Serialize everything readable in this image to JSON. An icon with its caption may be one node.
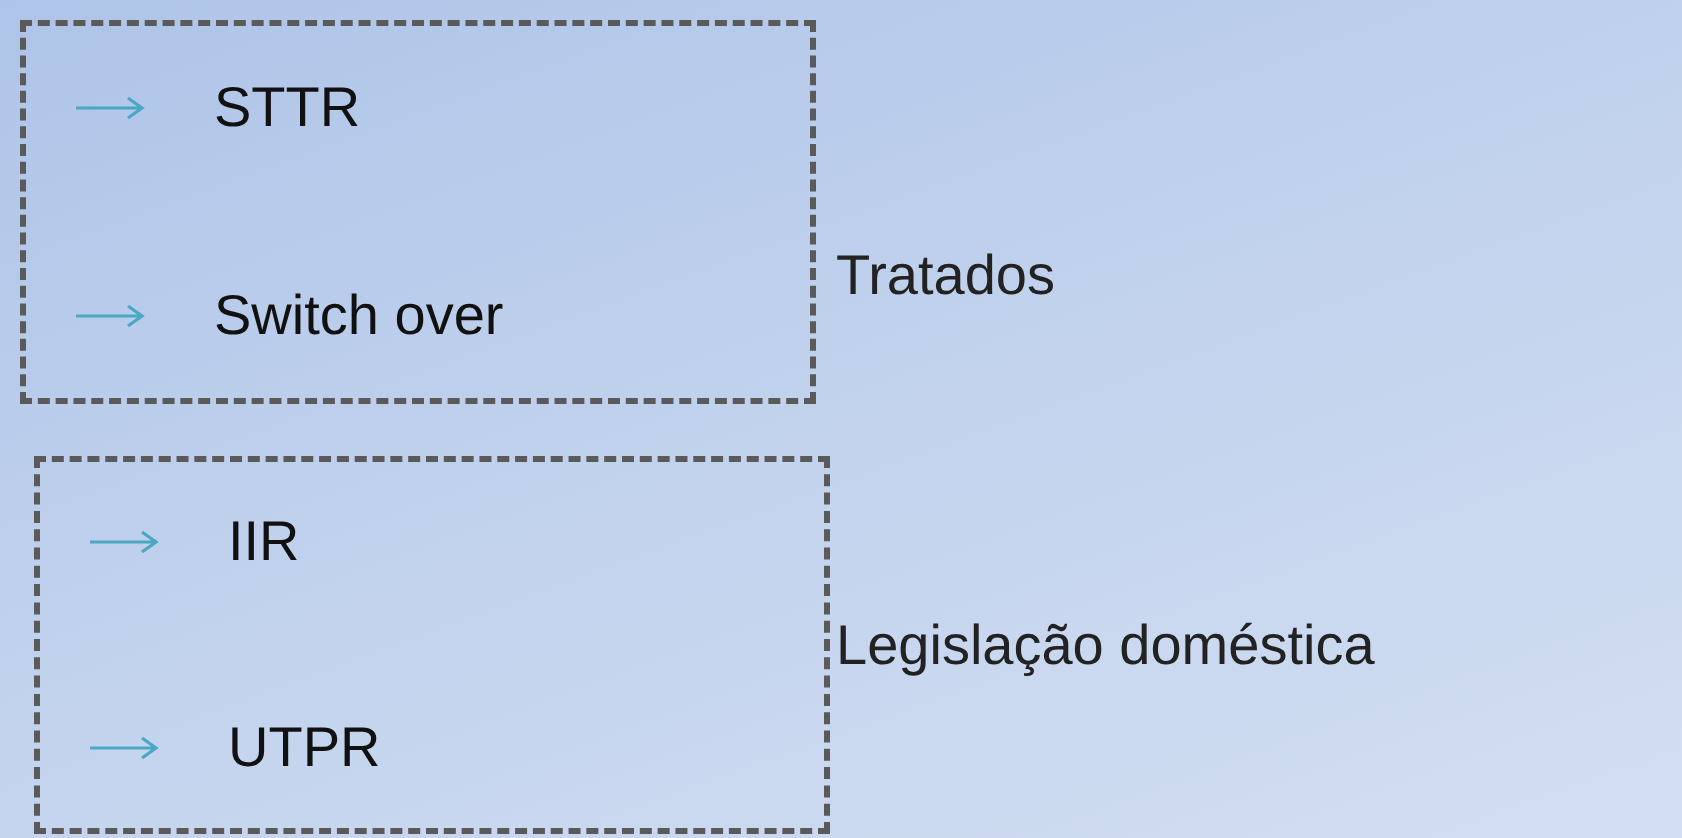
{
  "diagram": {
    "nodes": [
      {
        "text": [
          "STTR",
          "Switch over"
        ],
        "beside": [
          "Tratados"
        ]
      },
      {
        "text": [
          "IIR",
          "UTPR"
        ],
        "beside": [
          "Legislação doméstica"
        ]
      }
    ],
    "edges": []
  }
}
